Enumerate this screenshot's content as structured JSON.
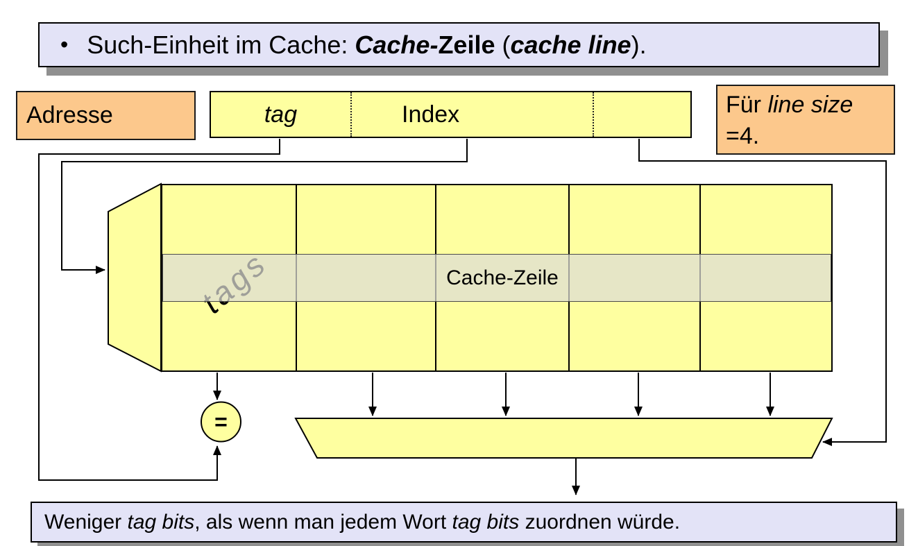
{
  "slide": {
    "title": {
      "bullet": "•",
      "rich": [
        [
          {
            "t": "Such-Einheit im Cache: ",
            "s": "n"
          },
          {
            "t": "Cache-",
            "s": "bi"
          },
          {
            "t": "Zeile",
            "s": "b"
          },
          {
            "t": " (",
            "s": "n"
          },
          {
            "t": "cache line",
            "s": "bi"
          },
          {
            "t": ")",
            "s": "n"
          },
          {
            "t": ".",
            "s": "n"
          }
        ]
      ]
    },
    "footer": {
      "rich": [
        [
          {
            "t": "Weniger ",
            "s": "n"
          },
          {
            "t": "tag bits",
            "s": "i"
          },
          {
            "t": ", als wenn man jedem Wort ",
            "s": "n"
          },
          {
            "t": "tag bits",
            "s": "i"
          },
          {
            "t": " zuordnen würde.",
            "s": "n"
          }
        ]
      ]
    }
  },
  "address": {
    "label": "Adresse",
    "tag_field": "tag",
    "index_field": "Index",
    "offset_field": ""
  },
  "note": {
    "rich": [
      [
        {
          "t": "Für ",
          "s": "n"
        },
        {
          "t": "line size",
          "s": "i"
        }
      ],
      [
        {
          "t": "=4.",
          "s": "n"
        }
      ]
    ]
  },
  "cache": {
    "tags_label": "tags",
    "line_label": "Cache-Zeile",
    "columns": 5,
    "rows": 3
  },
  "comparator": {
    "label": "="
  },
  "colors": {
    "panel": "#e3e3f7",
    "accent_orange": "#fcc88c",
    "cell_yellow": "#feffa0",
    "highlight_band": "rgba(221,221,212,0.72)",
    "shadow": "#909090",
    "line": "#000000"
  }
}
